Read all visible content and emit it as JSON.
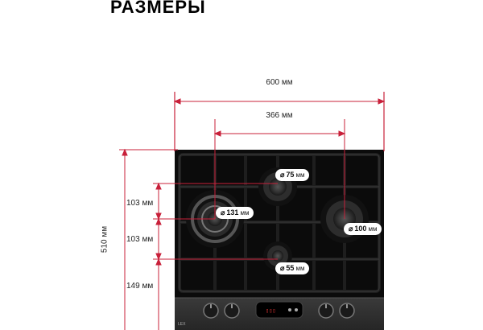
{
  "title": "РАЗМЕРЫ",
  "dimensions": {
    "total_width": "600 мм",
    "burner_spacing": "366 мм",
    "total_depth": "510 мм",
    "row_spacing_1": "103 мм",
    "row_spacing_2": "103 мм",
    "front_offset": "149 мм"
  },
  "burners": [
    {
      "id": "back-middle",
      "diameter_symbol": "⌀",
      "diameter": "75",
      "unit": "мм"
    },
    {
      "id": "left-large",
      "diameter_symbol": "⌀",
      "diameter": "131",
      "unit": "мм"
    },
    {
      "id": "right",
      "diameter_symbol": "⌀",
      "diameter": "100",
      "unit": "мм"
    },
    {
      "id": "front-middle",
      "diameter_symbol": "⌀",
      "diameter": "55",
      "unit": "мм"
    }
  ],
  "hob": {
    "brand": "LEX",
    "glass_color": "#0b0b0b",
    "panel_color": "#2a2a2a",
    "accent_color": "#c8203a"
  }
}
